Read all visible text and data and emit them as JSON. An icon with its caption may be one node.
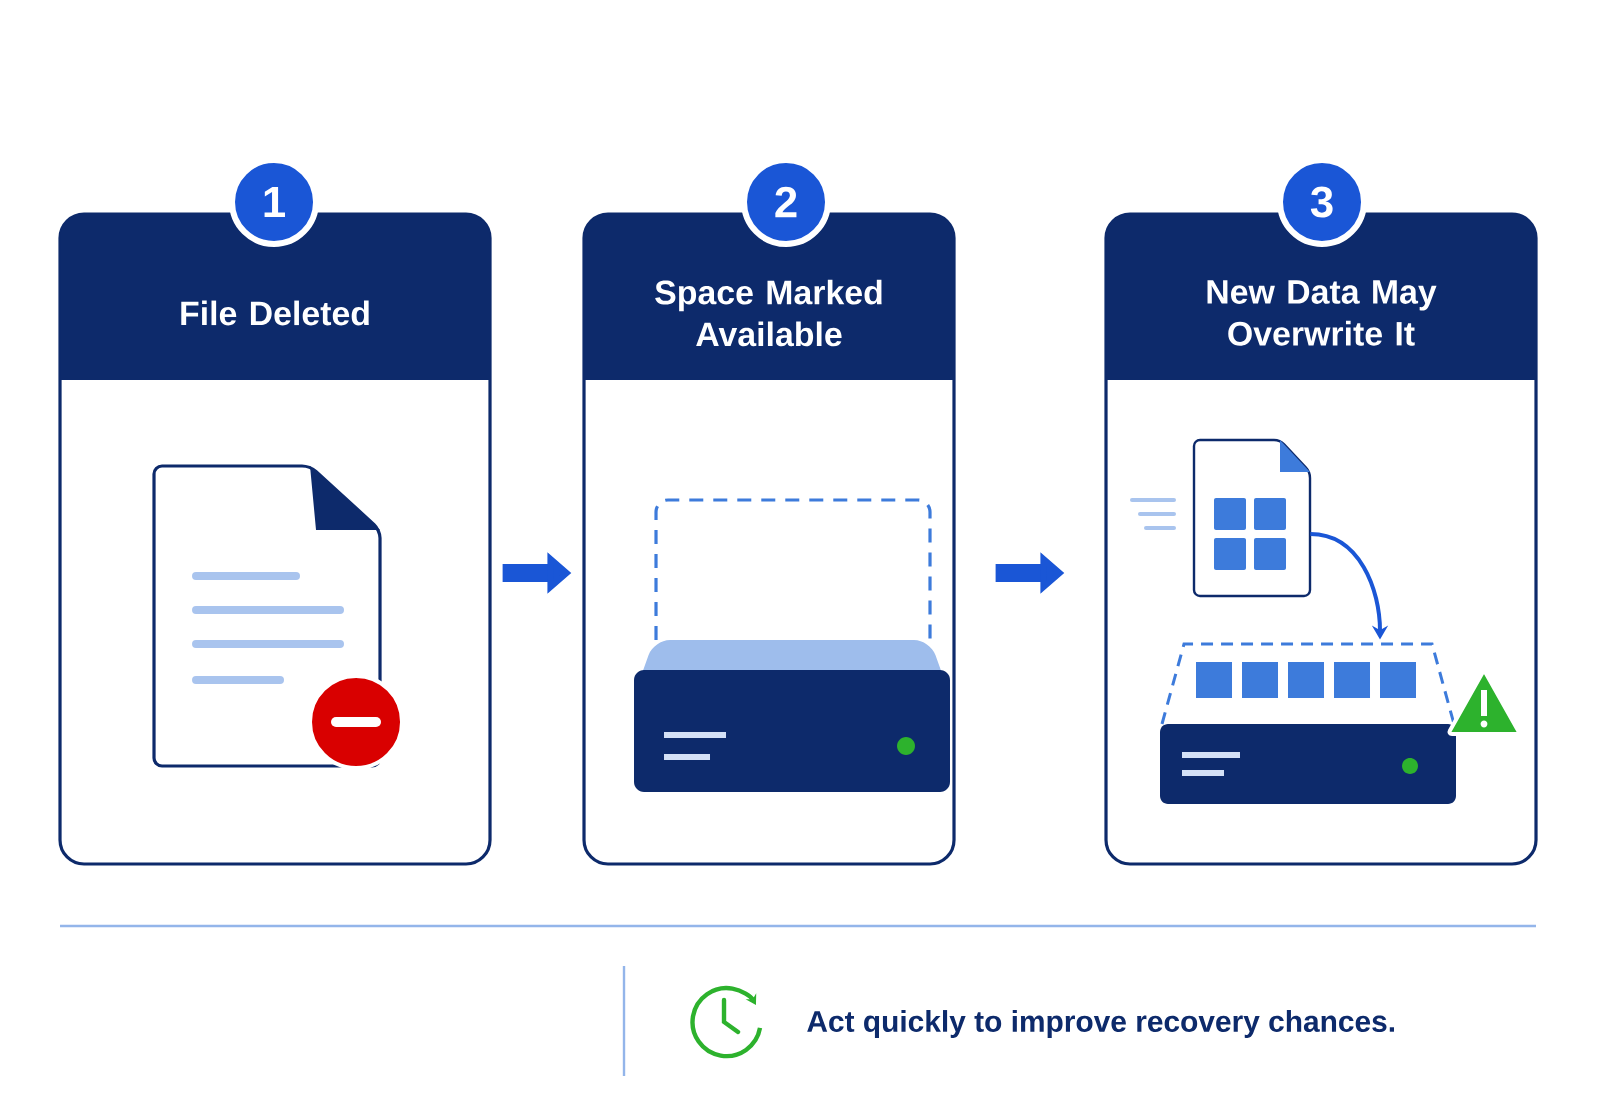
{
  "diagram": {
    "nodes": [
      {
        "text": [
          "1"
        ]
      },
      {
        "text": [
          "File Deleted"
        ]
      },
      {
        "text": [
          "2"
        ]
      },
      {
        "text": [
          "Space Marked Available"
        ]
      },
      {
        "text": [
          "3"
        ]
      },
      {
        "text": [
          "New Data May Overwrite It"
        ]
      },
      {
        "text": [],
        "shape": "picture",
        "in": 5
      },
      {
        "text": [],
        "shape": "picture",
        "in": 5
      }
    ],
    "edges": [
      {
        "from": 1,
        "to": 3,
        "arrow": "to"
      },
      {
        "from": 3,
        "to": 5,
        "arrow": "to"
      },
      {
        "from": 6,
        "to": 7,
        "arrow": "to"
      }
    ],
    "labels": [
      "Act quickly to improve recovery chances."
    ]
  }
}
